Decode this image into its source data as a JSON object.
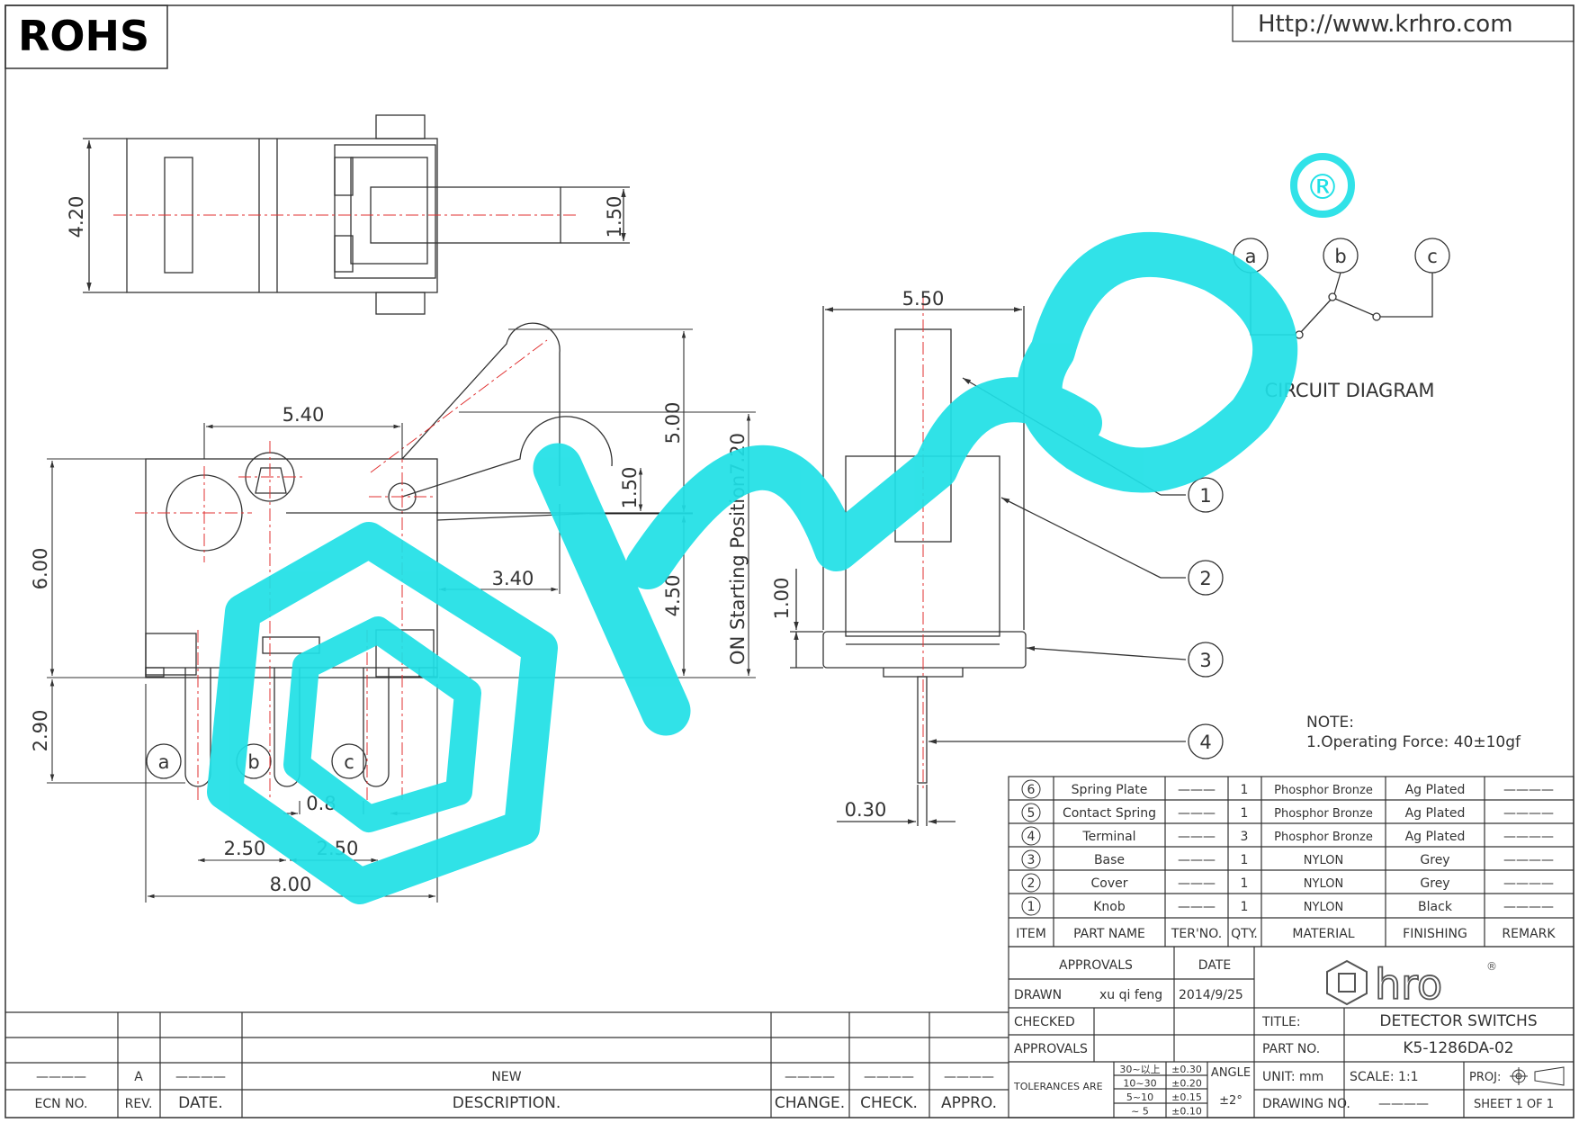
{
  "header": {
    "rohs": "ROHS",
    "url": "Http://www.krhro.com"
  },
  "circuit": {
    "title": "CIRCUIT DIAGRAM",
    "terminals": [
      "a",
      "b",
      "c"
    ]
  },
  "notes": {
    "heading": "NOTE:",
    "line1": "1.Operating Force: 40±10gf"
  },
  "dimensions": {
    "top_height": "4.20",
    "top_lever": "1.50",
    "front_width": "5.40",
    "front_height": "6.00",
    "front_lower": "2.90",
    "lever_len": "3.40",
    "lever_rise": "5.00",
    "lever_gap": "1.50",
    "lower_rise": "4.50",
    "on_position": "ON Starting Position7.20",
    "pitch_gap": "0.8",
    "pitch_left": "2.50",
    "pitch_right": "2.50",
    "total_width": "8.00",
    "side_width": "5.50",
    "side_base": "1.00",
    "pin_width": "0.30"
  },
  "pin_labels": [
    "a",
    "b",
    "c"
  ],
  "callouts": [
    "1",
    "2",
    "3",
    "4"
  ],
  "bom": {
    "rows": [
      {
        "item": "6",
        "part": "Spring Plate",
        "ter": "———",
        "qty": "1",
        "material": "Phosphor Bronze",
        "finishing": "Ag Plated",
        "remark": "————"
      },
      {
        "item": "5",
        "part": "Contact Spring",
        "ter": "———",
        "qty": "1",
        "material": "Phosphor Bronze",
        "finishing": "Ag Plated",
        "remark": "————"
      },
      {
        "item": "4",
        "part": "Terminal",
        "ter": "———",
        "qty": "3",
        "material": "Phosphor Bronze",
        "finishing": "Ag Plated",
        "remark": "————"
      },
      {
        "item": "3",
        "part": "Base",
        "ter": "———",
        "qty": "1",
        "material": "NYLON",
        "finishing": "Grey",
        "remark": "————"
      },
      {
        "item": "2",
        "part": "Cover",
        "ter": "———",
        "qty": "1",
        "material": "NYLON",
        "finishing": "Grey",
        "remark": "————"
      },
      {
        "item": "1",
        "part": "Knob",
        "ter": "———",
        "qty": "1",
        "material": "NYLON",
        "finishing": "Black",
        "remark": "————"
      }
    ],
    "headers": {
      "item": "ITEM",
      "part": "PART NAME",
      "ter": "TER'NO.",
      "qty": "QTY.",
      "material": "MATERIAL",
      "finishing": "FINISHING",
      "remark": "REMARK"
    }
  },
  "titleblock": {
    "approvals_h": "APPROVALS",
    "date_h": "DATE",
    "drawn_label": "DRAWN",
    "drawn_by": "xu qi feng",
    "drawn_date": "2014/9/25",
    "checked_label": "CHECKED",
    "approvals_label": "APPROVALS",
    "title_label": "TITLE:",
    "title_value": "DETECTOR SWITCHS",
    "part_label": "PART NO.",
    "part_value": "K5-1286DA-02",
    "tolerances_label": "TOLERANCES ARE",
    "tol": [
      {
        "range": "30~以上",
        "value": "±0.30"
      },
      {
        "range": "10~30",
        "value": "±0.20"
      },
      {
        "range": "5~10",
        "value": "±0.15"
      },
      {
        "range": "~ 5",
        "value": "±0.10"
      }
    ],
    "angle_label": "ANGLE",
    "angle_value": "±2°",
    "unit": "UNIT: mm",
    "scale": "SCALE:  1:1",
    "proj": "PROJ:",
    "drawing_no": "DRAWING NO.",
    "drawing_no_value": "————",
    "sheet": "SHEET  1 OF 1",
    "logo": "hro"
  },
  "revision": {
    "ecn_label": "ECN NO.",
    "rev_label": "REV.",
    "date_label": "DATE.",
    "desc_label": "DESCRIPTION.",
    "change_label": "CHANGE.",
    "check_label": "CHECK.",
    "appro_label": "APPRO.",
    "ecn": "————",
    "rev": "A",
    "date": "————",
    "desc": "NEW",
    "change": "————",
    "check": "————",
    "appro": "————"
  },
  "watermark": {
    "text": "hro",
    "registered": "®"
  },
  "colors": {
    "line": "#333333",
    "centerline": "#e03030",
    "watermark": "#1fe0e6"
  }
}
